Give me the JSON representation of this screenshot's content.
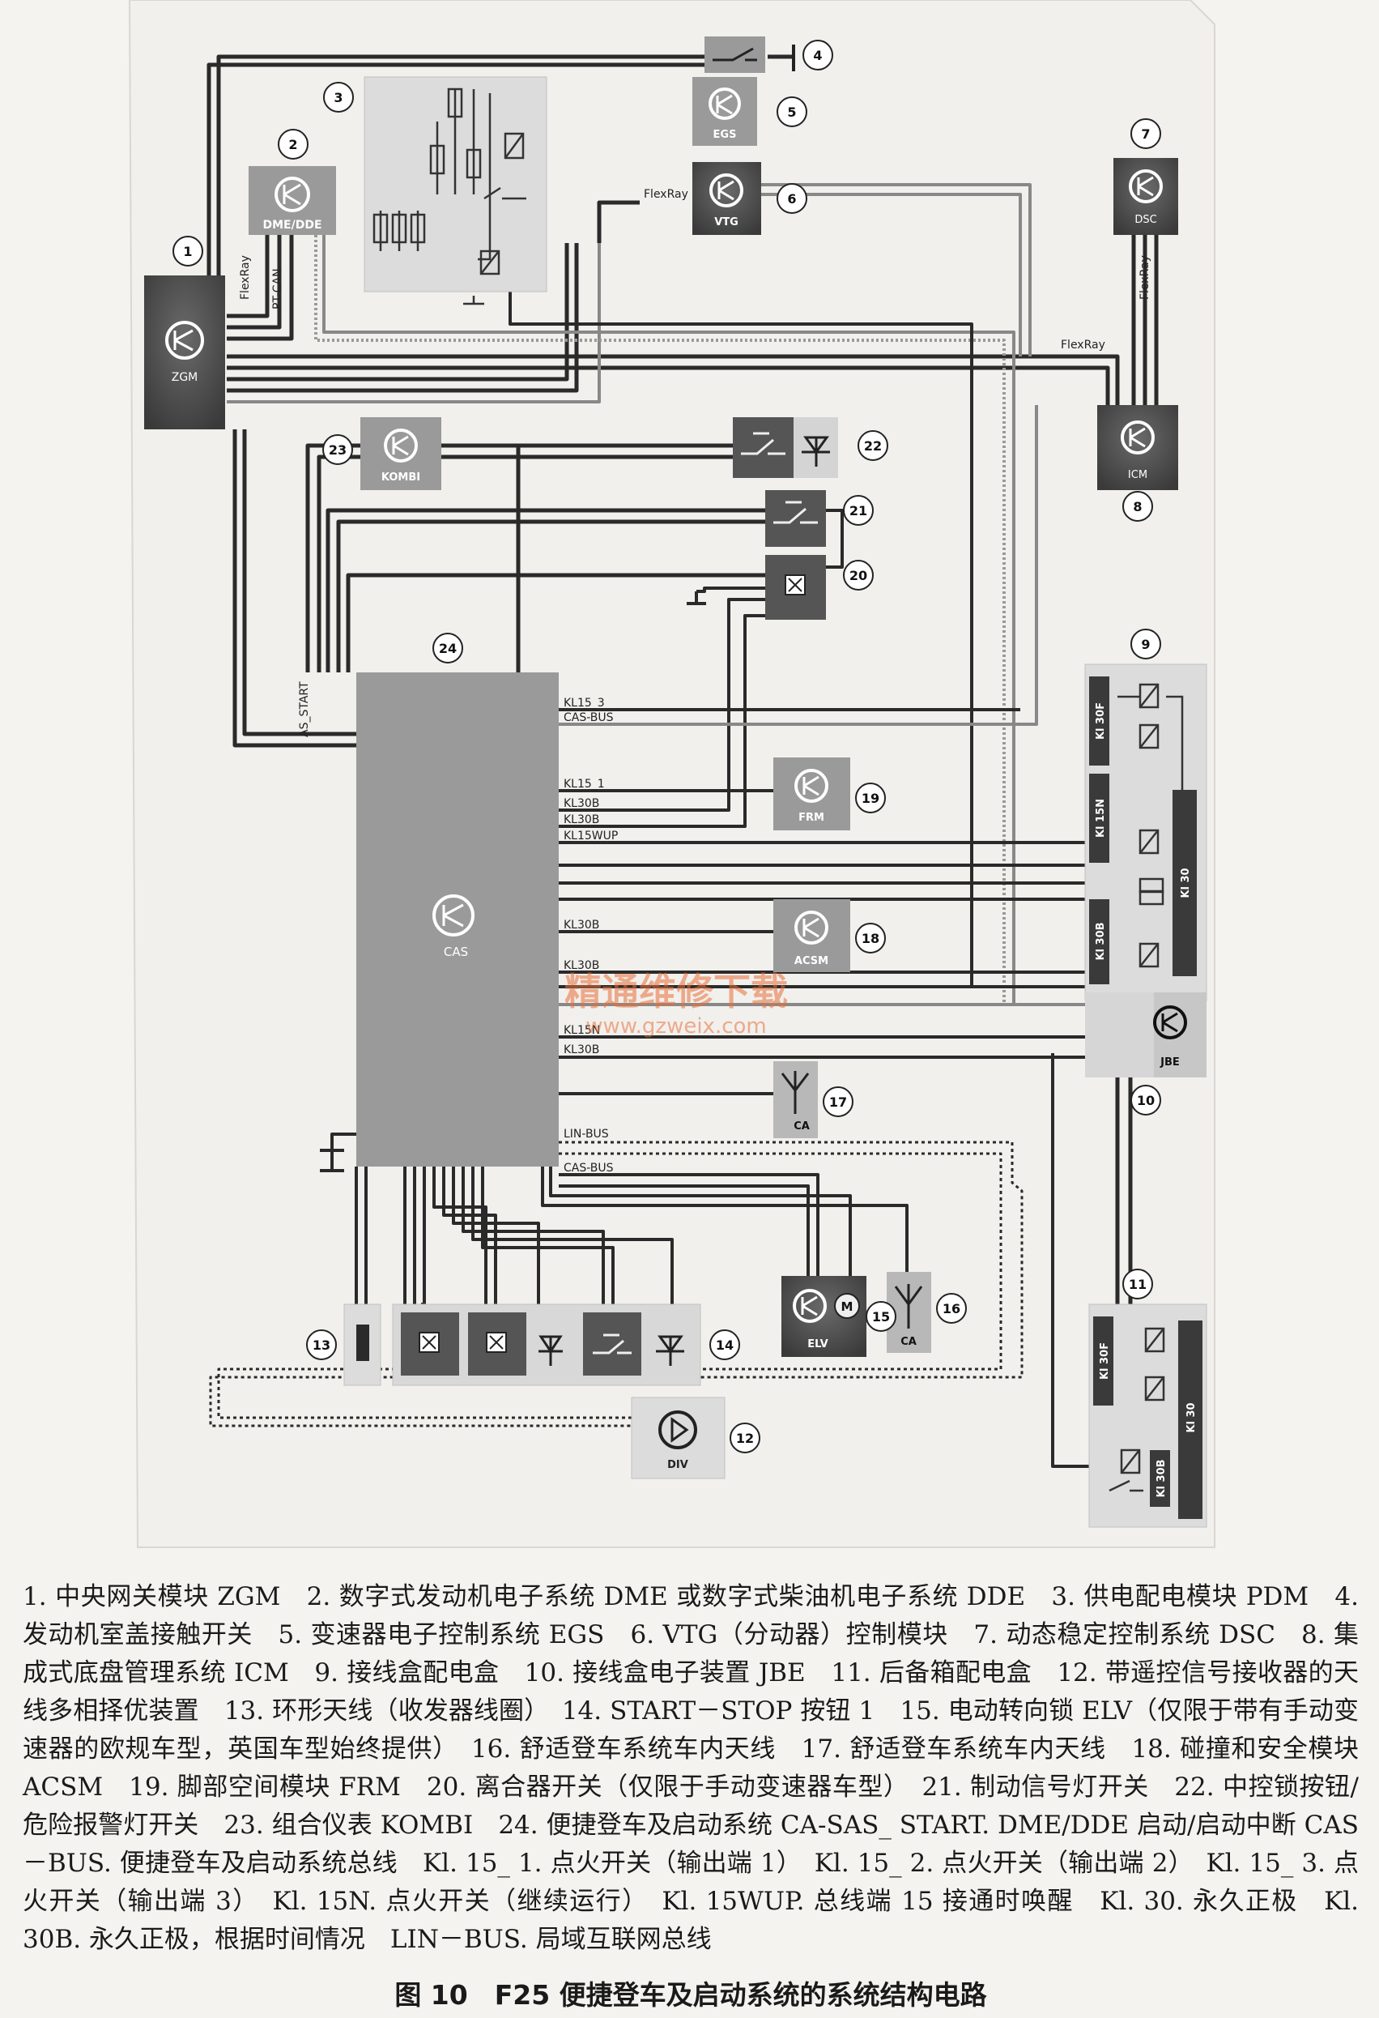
{
  "components": {
    "zgm": {
      "num": "1",
      "label": "ZGM"
    },
    "dme": {
      "num": "2",
      "label": "DME/DDE"
    },
    "pdm": {
      "num": "3"
    },
    "hood": {
      "num": "4"
    },
    "egs": {
      "num": "5",
      "label": "EGS"
    },
    "vtg": {
      "num": "6",
      "label": "VTG"
    },
    "dsc": {
      "num": "7",
      "label": "DSC"
    },
    "icm": {
      "num": "8",
      "label": "ICM"
    },
    "jb": {
      "num": "9",
      "kl30f": "Kl 30F",
      "kl15n": "Kl 15N",
      "kl30": "Kl 30",
      "kl30b": "Kl 30B"
    },
    "jbe": {
      "num": "10",
      "label": "JBE"
    },
    "rjb": {
      "num": "11",
      "kl30f": "Kl 30F",
      "kl30b": "Kl 30B",
      "kl30": "Kl 30"
    },
    "div": {
      "num": "12",
      "label": "DIV"
    },
    "ring": {
      "num": "13"
    },
    "start_stop": {
      "num": "14"
    },
    "elv": {
      "num": "15",
      "label": "ELV",
      "motor": "M"
    },
    "ca16": {
      "num": "16",
      "label": "CA"
    },
    "ca17": {
      "num": "17",
      "label": "CA"
    },
    "acsm": {
      "num": "18",
      "label": "ACSM"
    },
    "frm": {
      "num": "19",
      "label": "FRM"
    },
    "clutch": {
      "num": "20"
    },
    "brake": {
      "num": "21"
    },
    "lock": {
      "num": "22"
    },
    "kombi": {
      "num": "23",
      "label": "KOMBI"
    },
    "cas": {
      "num": "24",
      "label": "CAS"
    }
  },
  "signals": {
    "flexray_a": "FlexRay",
    "flexray_b": "FlexRay",
    "flexray_c": "FlexRay",
    "flexray_d": "FlexRay",
    "pt_can": "PT-CAN",
    "as_start": "AS_START",
    "kl15_3": "KL15_3",
    "cas_bus_top": "CAS-BUS",
    "kl15_1": "KL15_1",
    "kl30b_1": "KL30B",
    "kl30b_2": "KL30B",
    "kl15wup": "KL15WUP",
    "kl30b_3": "KL30B",
    "kl30b_4": "KL30B",
    "kl15n": "KL15N",
    "kl30b_5": "KL30B",
    "lin_bus": "LIN-BUS",
    "cas_bus_bottom": "CAS-BUS"
  },
  "watermark": {
    "line1": "精通维修下载",
    "line2": "www.gzweix.com"
  },
  "legend": "1. 中央网关模块 ZGM　2. 数字式发动机电子系统 DME 或数字式柴油机电子系统 DDE　3. 供电配电模块 PDM　4. 发动机室盖接触开关　5. 变速器电子控制系统 EGS　6. VTG（分动器）控制模块　7. 动态稳定控制系统 DSC　8. 集成式底盘管理系统 ICM　9. 接线盒配电盒　10. 接线盒电子装置 JBE　11. 后备箱配电盒　12. 带遥控信号接收器的天线多相择优装置　13. 环形天线（收发器线圈）　14. START－STOP 按钮 1　15. 电动转向锁 ELV（仅限于带有手动变速器的欧规车型，英国车型始终提供）　16. 舒适登车系统车内天线　17. 舒适登车系统车内天线　18. 碰撞和安全模块 ACSM　19. 脚部空间模块 FRM　20. 离合器开关（仅限于手动变速器车型）　21. 制动信号灯开关　22. 中控锁按钮/危险报警灯开关　23. 组合仪表 KOMBI　24. 便捷登车及启动系统 CA-SAS_ START. DME/DDE 启动/启动中断 CAS－BUS. 便捷登车及启动系统总线　Kl. 15_ 1. 点火开关（输出端 1）　Kl. 15_ 2. 点火开关（输出端 2）　Kl. 15_ 3. 点火开关（输出端 3）　Kl. 15N. 点火开关（继续运行）　Kl. 15WUP. 总线端 15 接通时唤醒　Kl. 30. 永久正极　Kl. 30B. 永久正极，根据时间情况　LIN－BUS. 局域互联网总线",
  "figure_title": "图 10　F25 便捷登车及启动系统的系统结构电路"
}
